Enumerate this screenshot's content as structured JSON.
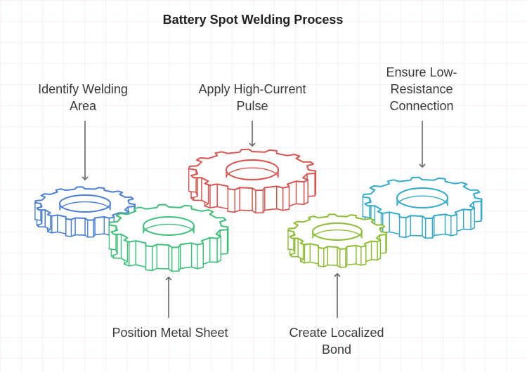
{
  "title": "Battery Spot Welding Process",
  "steps": [
    {
      "label": "Identify Welding Area",
      "color": "#4a7fd6"
    },
    {
      "label": "Position Metal Sheet",
      "color": "#3fbf7a"
    },
    {
      "label": "Apply High-Current Pulse",
      "color": "#d9534f"
    },
    {
      "label": "Create Localized Bond",
      "color": "#8cbd33"
    },
    {
      "label": "Ensure Low-Resistance Connection",
      "color": "#34aacb"
    }
  ]
}
